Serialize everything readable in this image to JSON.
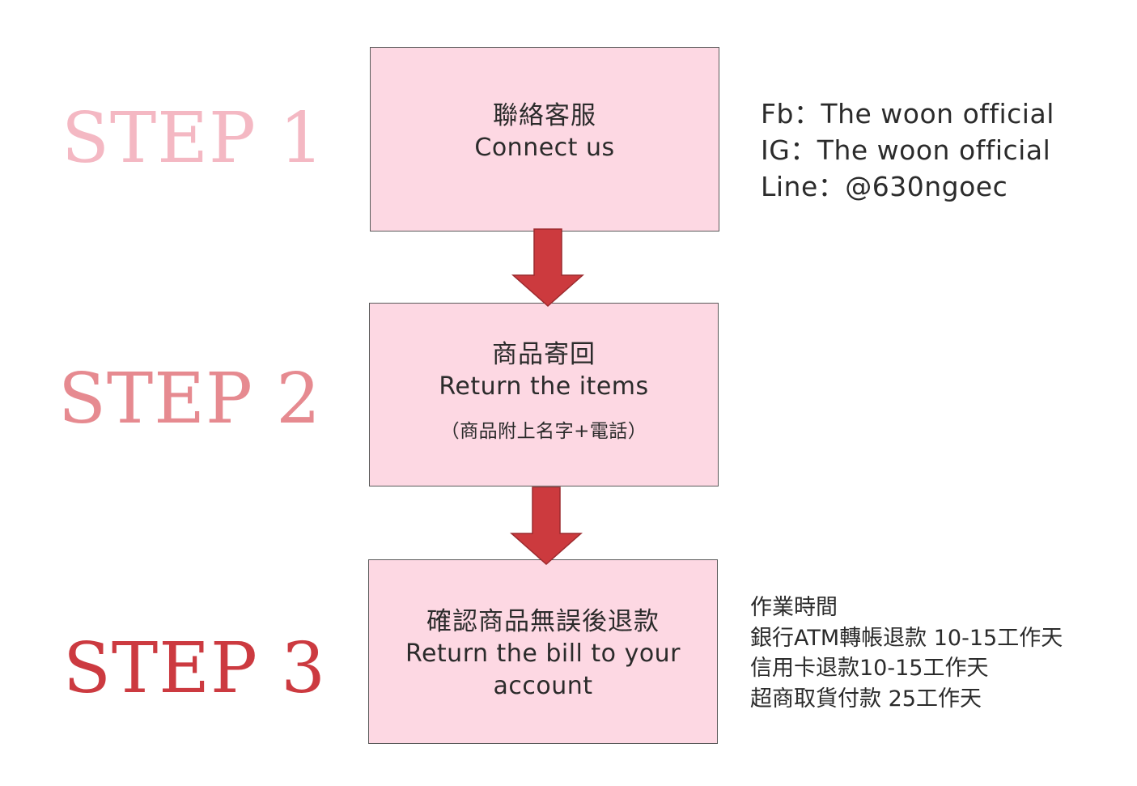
{
  "steps": [
    {
      "label": "STEP 1",
      "color": "#f4b8c3",
      "box_title_cn": "聯絡客服",
      "box_title_en": "Connect us"
    },
    {
      "label": "STEP 2",
      "color": "#e68a90",
      "box_title_cn": "商品寄回",
      "box_title_en": "Return the items",
      "box_note": "（商品附上名字+電話）"
    },
    {
      "label": "STEP 3",
      "color": "#cc3a40",
      "box_title_cn": "確認商品無誤後退款",
      "box_title_en": "Return the bill to your account"
    }
  ],
  "contact": {
    "lines": [
      "Fb：The woon official",
      "IG：The woon official",
      "Line：@630ngoec"
    ]
  },
  "hours": {
    "lines": [
      "作業時間",
      "銀行ATM轉帳退款 10-15工作天",
      "信用卡退款10-15工作天",
      "超商取貨付款 25工作天"
    ]
  },
  "colors": {
    "box_fill": "#fdd8e3",
    "box_border": "#5a5a5a",
    "arrow_fill": "#cc3a3e",
    "arrow_stroke": "#9c2a2e",
    "text": "#2b2b2b"
  }
}
